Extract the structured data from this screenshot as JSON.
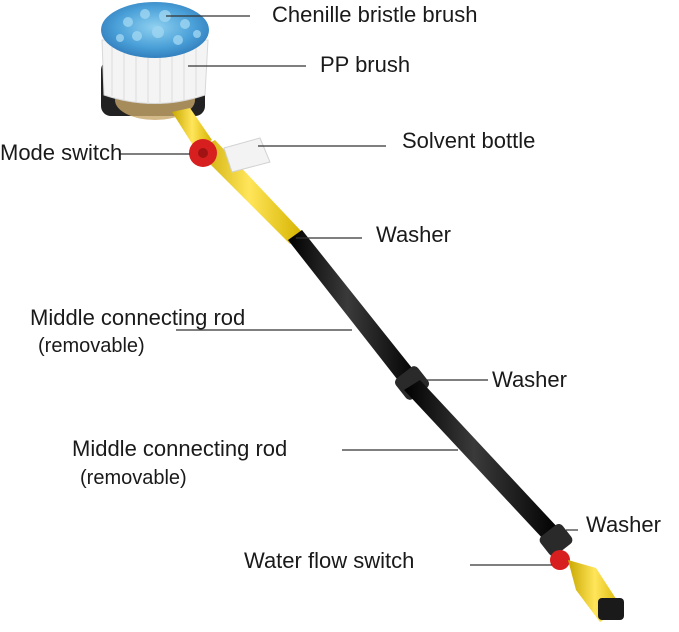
{
  "labels": {
    "chenille": "Chenille bristle brush",
    "pp_brush": "PP brush",
    "mode_switch": "Mode switch",
    "solvent_bottle": "Solvent bottle",
    "washer_1": "Washer",
    "middle_rod_1": "Middle connecting rod",
    "removable_1": "(removable)",
    "washer_2": "Washer",
    "middle_rod_2": "Middle connecting rod",
    "removable_2": "(removable)",
    "washer_3": "Washer",
    "water_flow_switch": "Water flow switch"
  },
  "colors": {
    "chenille_blue": "#5aa6d6",
    "brush_white": "#f2f2f2",
    "ring_black": "#1c1c1c",
    "body_yellow": "#f4d21a",
    "switch_red": "#d81f1f",
    "rod_black": "#111111",
    "leader_line": "#333333"
  }
}
